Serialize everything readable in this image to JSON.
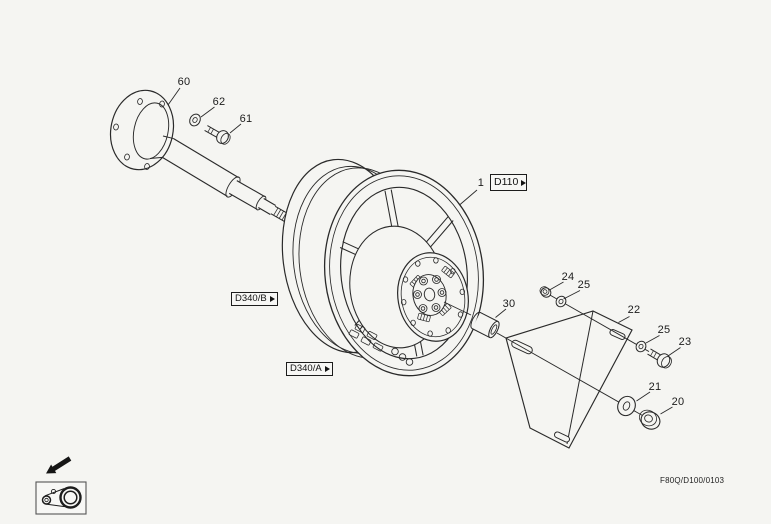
{
  "diagram": {
    "footer_code": "F80Q/D100/0103",
    "callouts": [
      {
        "num": "60"
      },
      {
        "num": "62"
      },
      {
        "num": "61"
      },
      {
        "num": "1"
      },
      {
        "num": "30"
      },
      {
        "num": "24"
      },
      {
        "num": "25"
      },
      {
        "num": "22"
      },
      {
        "num": "25"
      },
      {
        "num": "23"
      },
      {
        "num": "21"
      },
      {
        "num": "20"
      }
    ],
    "ref_boxes": [
      {
        "label": "D110"
      },
      {
        "label": "D340/B"
      },
      {
        "label": "D340/A"
      }
    ]
  }
}
